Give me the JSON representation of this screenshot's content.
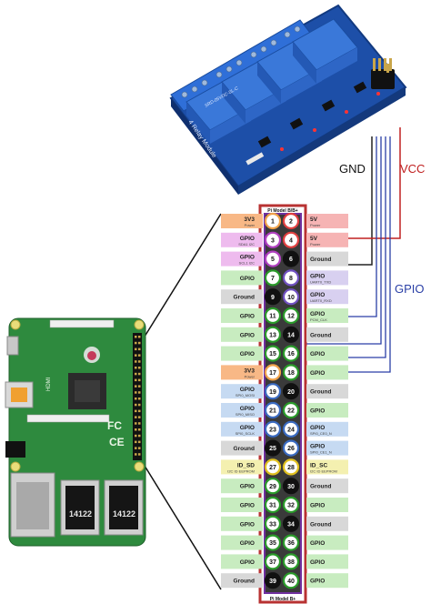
{
  "relay_module": {
    "board_label": "4 Relay Module",
    "relay_text": "SRD-05VDC-SL-C",
    "wire_labels": {
      "gnd": "GND",
      "vcc": "VCC",
      "gpio": "GPIO"
    }
  },
  "raspberry_pi": {
    "chip_text": "HDMI",
    "usb_text": "14122",
    "ce_text": "CE",
    "fc_text": "FC"
  },
  "header": {
    "top_label": "Pi Model B/B+",
    "bottom_label": "Pi Model B+",
    "rows": [
      {
        "left": {
          "pin": "1",
          "name": "3V3",
          "sub": "Power"
        },
        "right": {
          "pin": "2",
          "name": "5V",
          "sub": "Power"
        }
      },
      {
        "left": {
          "pin": "3",
          "name": "GPIO",
          "sub": "SDA1 I2C"
        },
        "right": {
          "pin": "4",
          "name": "5V",
          "sub": "Power"
        }
      },
      {
        "left": {
          "pin": "5",
          "name": "GPIO",
          "sub": "SCL1 I2C"
        },
        "right": {
          "pin": "6",
          "name": "Ground",
          "sub": ""
        }
      },
      {
        "left": {
          "pin": "7",
          "name": "GPIO",
          "sub": ""
        },
        "right": {
          "pin": "8",
          "name": "GPIO",
          "sub": "UART0_TXD"
        }
      },
      {
        "left": {
          "pin": "9",
          "name": "Ground",
          "sub": ""
        },
        "right": {
          "pin": "10",
          "name": "GPIO",
          "sub": "UART0_RXD"
        }
      },
      {
        "left": {
          "pin": "11",
          "name": "GPIO",
          "sub": ""
        },
        "right": {
          "pin": "12",
          "name": "GPIO",
          "sub": "PCM_CLK"
        }
      },
      {
        "left": {
          "pin": "13",
          "name": "GPIO",
          "sub": ""
        },
        "right": {
          "pin": "14",
          "name": "Ground",
          "sub": ""
        }
      },
      {
        "left": {
          "pin": "15",
          "name": "GPIO",
          "sub": ""
        },
        "right": {
          "pin": "16",
          "name": "GPIO",
          "sub": ""
        }
      },
      {
        "left": {
          "pin": "17",
          "name": "3V3",
          "sub": "Power"
        },
        "right": {
          "pin": "18",
          "name": "GPIO",
          "sub": ""
        }
      },
      {
        "left": {
          "pin": "19",
          "name": "GPIO",
          "sub": "SPI0_MOSI"
        },
        "right": {
          "pin": "20",
          "name": "Ground",
          "sub": ""
        }
      },
      {
        "left": {
          "pin": "21",
          "name": "GPIO",
          "sub": "SPI0_MISO"
        },
        "right": {
          "pin": "22",
          "name": "GPIO",
          "sub": ""
        }
      },
      {
        "left": {
          "pin": "23",
          "name": "GPIO",
          "sub": "SPI0_SCLK"
        },
        "right": {
          "pin": "24",
          "name": "GPIO",
          "sub": "SPI0_CE0_N"
        }
      },
      {
        "left": {
          "pin": "25",
          "name": "Ground",
          "sub": ""
        },
        "right": {
          "pin": "26",
          "name": "GPIO",
          "sub": "SPI0_CE1_N"
        }
      },
      {
        "left": {
          "pin": "27",
          "name": "ID_SD",
          "sub": "I2C ID EEPROM"
        },
        "right": {
          "pin": "28",
          "name": "ID_SC",
          "sub": "I2C ID EEPROM"
        }
      },
      {
        "left": {
          "pin": "29",
          "name": "GPIO",
          "sub": ""
        },
        "right": {
          "pin": "30",
          "name": "Ground",
          "sub": ""
        }
      },
      {
        "left": {
          "pin": "31",
          "name": "GPIO",
          "sub": ""
        },
        "right": {
          "pin": "32",
          "name": "GPIO",
          "sub": ""
        }
      },
      {
        "left": {
          "pin": "33",
          "name": "GPIO",
          "sub": ""
        },
        "right": {
          "pin": "34",
          "name": "Ground",
          "sub": ""
        }
      },
      {
        "left": {
          "pin": "35",
          "name": "GPIO",
          "sub": ""
        },
        "right": {
          "pin": "36",
          "name": "GPIO",
          "sub": ""
        }
      },
      {
        "left": {
          "pin": "37",
          "name": "GPIO",
          "sub": ""
        },
        "right": {
          "pin": "38",
          "name": "GPIO",
          "sub": ""
        }
      },
      {
        "left": {
          "pin": "39",
          "name": "Ground",
          "sub": ""
        },
        "right": {
          "pin": "40",
          "name": "GPIO",
          "sub": ""
        }
      }
    ]
  },
  "colors": {
    "power33_bg": "#f8b886",
    "power33_ring": "#f0a24a",
    "power5_bg": "#f6b4b4",
    "power5_ring": "#e04040",
    "ground_bg": "#d8d8d8",
    "ground_ring": "#111111",
    "ground_fill": "#111111",
    "gpio_bg": "#c8ecc0",
    "gpio_ring": "#2a9a2a",
    "i2c_bg": "#eebbee",
    "i2c_ring": "#b040c0",
    "uart_bg": "#d8d0f0",
    "uart_ring": "#7050c0",
    "spi_bg": "#c6daf2",
    "spi_ring": "#3a6ac0",
    "id_bg": "#f4f0b0",
    "id_ring": "#e0c020",
    "header_frame": "#b83232",
    "wire_gnd": "#222222",
    "wire_vcc": "#c02020",
    "wire_gpio": "#2a3fa6",
    "relay_board": "#1d4fa8",
    "pi_board": "#2e8a3e"
  }
}
